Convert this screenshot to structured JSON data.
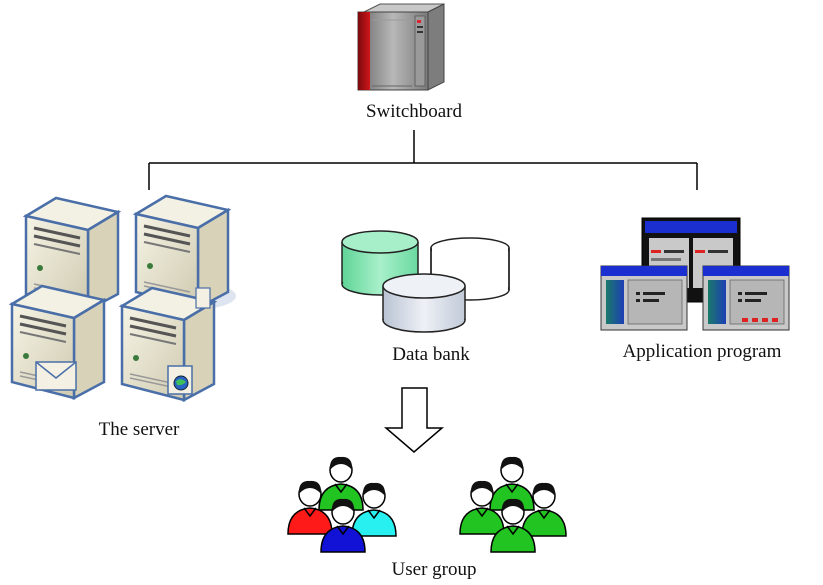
{
  "nodes": {
    "switchboard": {
      "label": "Switchboard",
      "icon": "mainframe-icon"
    },
    "server": {
      "label": "The server",
      "icon": "server-cluster-icon"
    },
    "databank": {
      "label": "Data bank",
      "icon": "database-cylinders-icon"
    },
    "application": {
      "label": "Application program",
      "icon": "application-windows-icon"
    },
    "usergroup": {
      "label": "User group",
      "icon": "user-group-icon"
    }
  },
  "colors": {
    "line": "#000000",
    "mainframe_body": "#8c8c8c",
    "mainframe_accent": "#c0161b",
    "server_case": "#e9e6cf",
    "server_border": "#4a6fa8",
    "db_green": "#86e3b3",
    "db_grey": "#d6dde8",
    "window_title": "#1b2fd1",
    "window_body": "#c9c9c9",
    "user_red": "#ff1a1a",
    "user_green": "#22c422",
    "user_cyan": "#28f0f0",
    "user_blue": "#1212d6"
  }
}
